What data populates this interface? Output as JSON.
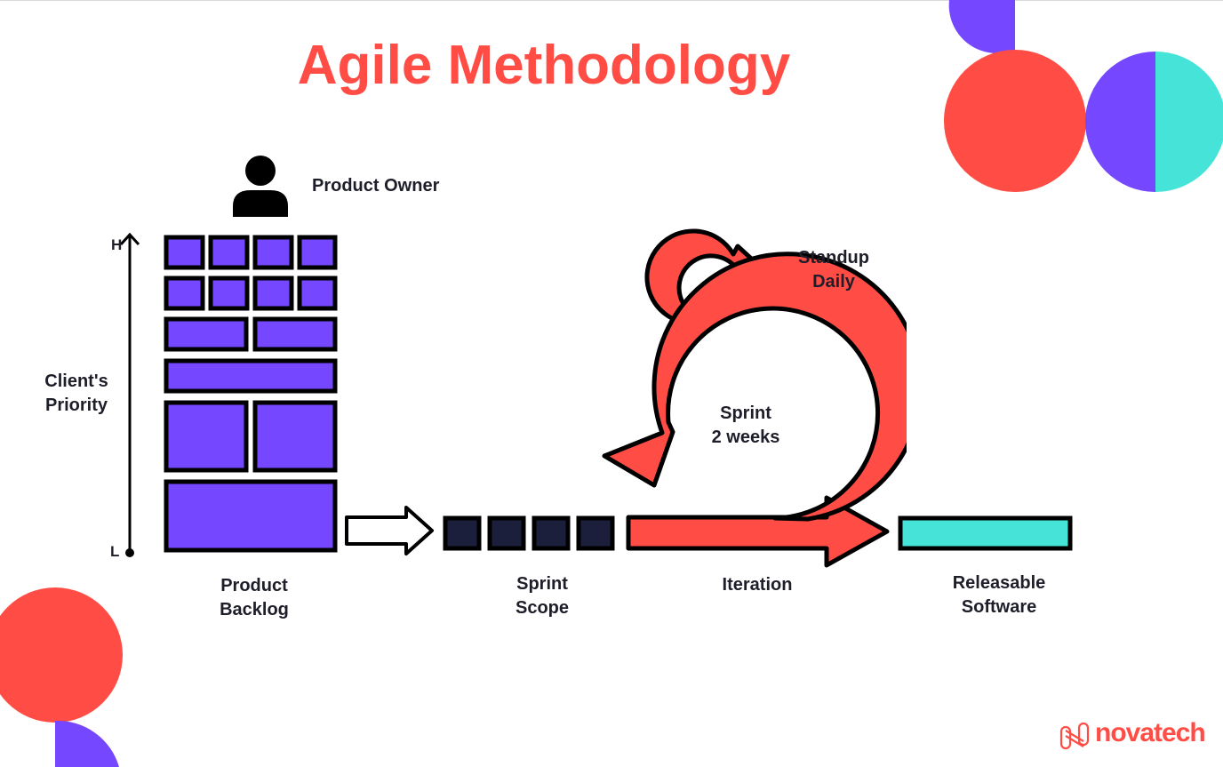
{
  "title": "Agile Methodology",
  "product_owner": "Product Owner",
  "axis": {
    "label_line1": "Client's",
    "label_line2": "Priority",
    "high": "H",
    "low": "L"
  },
  "product_backlog": {
    "line1": "Product",
    "line2": "Backlog"
  },
  "sprint_scope": {
    "line1": "Sprint",
    "line2": "Scope"
  },
  "iteration": "Iteration",
  "sprint_cycle": {
    "line1": "Sprint",
    "line2": "2 weeks"
  },
  "standup": {
    "line1": "Standup",
    "line2": "Daily"
  },
  "releasable": {
    "line1": "Releasable",
    "line2": "Software"
  },
  "brand": "novatech",
  "icons": [
    "person-icon",
    "novatech-logo-icon"
  ],
  "colors": {
    "red": "#ff4d45",
    "purple": "#7547ff",
    "teal": "#45e3d8",
    "navy": "#1c1f3b",
    "dark": "#111111"
  }
}
